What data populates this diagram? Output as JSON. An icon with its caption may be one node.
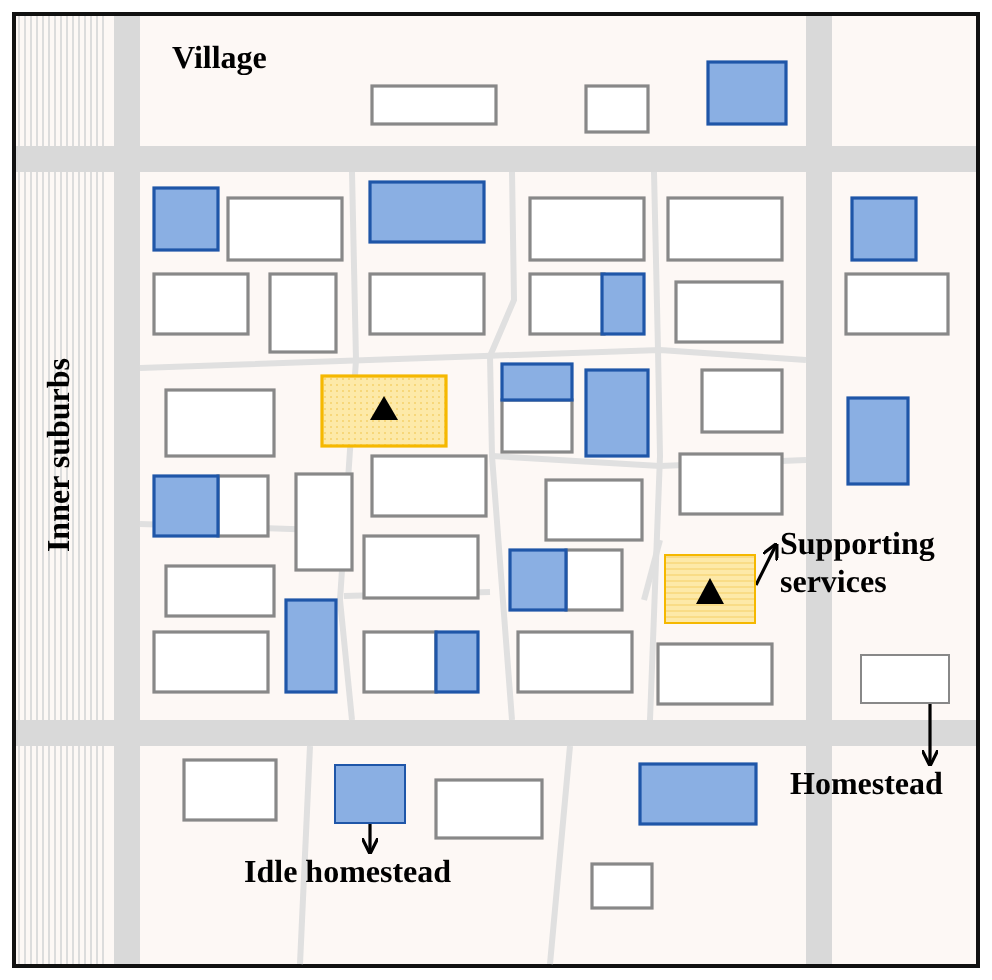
{
  "diagram": {
    "nodes": [
      {
        "text": [
          "Supporting services"
        ]
      },
      {
        "text": [],
        "shape": "box"
      },
      {
        "text": [
          "Homestead"
        ]
      },
      {
        "text": [],
        "shape": "box"
      },
      {
        "text": [
          "Idle homestead"
        ]
      },
      {
        "text": [],
        "shape": "box"
      }
    ],
    "edges": [
      {
        "from": 1,
        "to": 0,
        "arrow": "to"
      },
      {
        "from": 3,
        "to": 2,
        "arrow": "to"
      },
      {
        "from": 5,
        "to": 4,
        "arrow": "to"
      }
    ],
    "labels": [
      "Village",
      "Inner suburbs"
    ]
  }
}
